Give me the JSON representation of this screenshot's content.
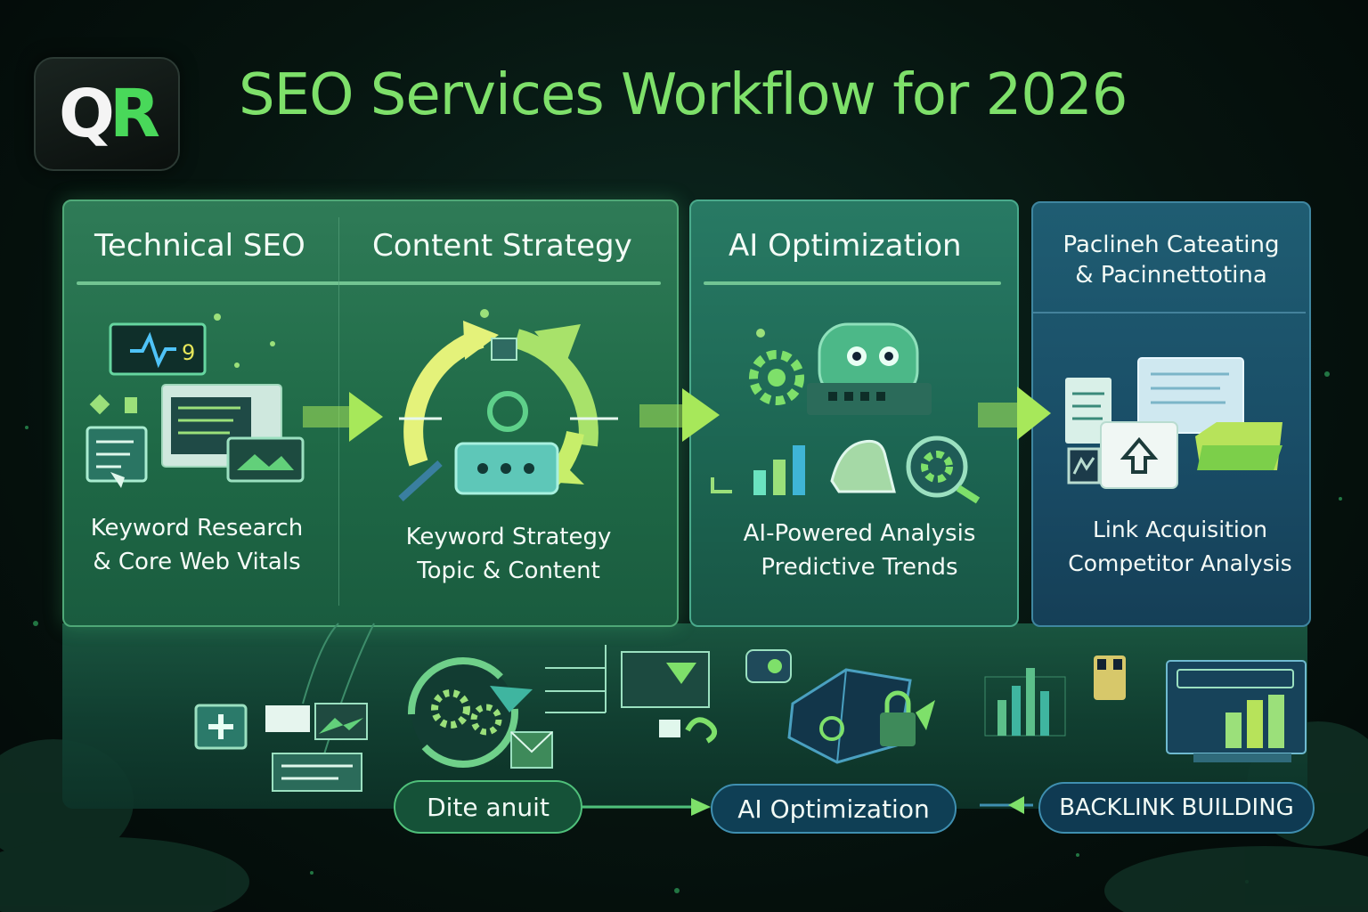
{
  "header": {
    "logo": {
      "left": "Q",
      "right": "R"
    },
    "title": "SEO Services Workflow for 2026"
  },
  "panels": [
    {
      "titles": [
        "Technical SEO",
        "Content Strategy"
      ],
      "captions": [
        [
          "Keyword Research",
          "& Core Web Vitals"
        ],
        [
          "Keyword Strategy",
          "Topic & Content"
        ]
      ]
    },
    {
      "title": "AI Optimization",
      "caption": [
        "AI-Powered Analysis",
        "Predictive Trends"
      ]
    },
    {
      "title": [
        "Paclineh Cateating",
        "& Pacinnettotina"
      ],
      "caption": [
        "Link Acquisition",
        "Competitor Analysis"
      ]
    }
  ],
  "bottom_pills": [
    "Dite anuit",
    "AI Optimization",
    "BACKLINK BUILDING"
  ],
  "colors": {
    "accent": "#7ee06a",
    "panel_green": "#2f7b57",
    "panel_teal": "#287a64",
    "panel_blue": "#1f5d72",
    "arrow": "#a7e85a"
  },
  "icons": [
    "monitor-icon",
    "pulse-icon",
    "document-icon",
    "image-icon",
    "cycle-arrows-icon",
    "robot-icon",
    "gear-icon",
    "bar-chart-icon",
    "magnifier-icon",
    "upload-icon",
    "folder-icon",
    "lock-icon",
    "email-icon"
  ]
}
